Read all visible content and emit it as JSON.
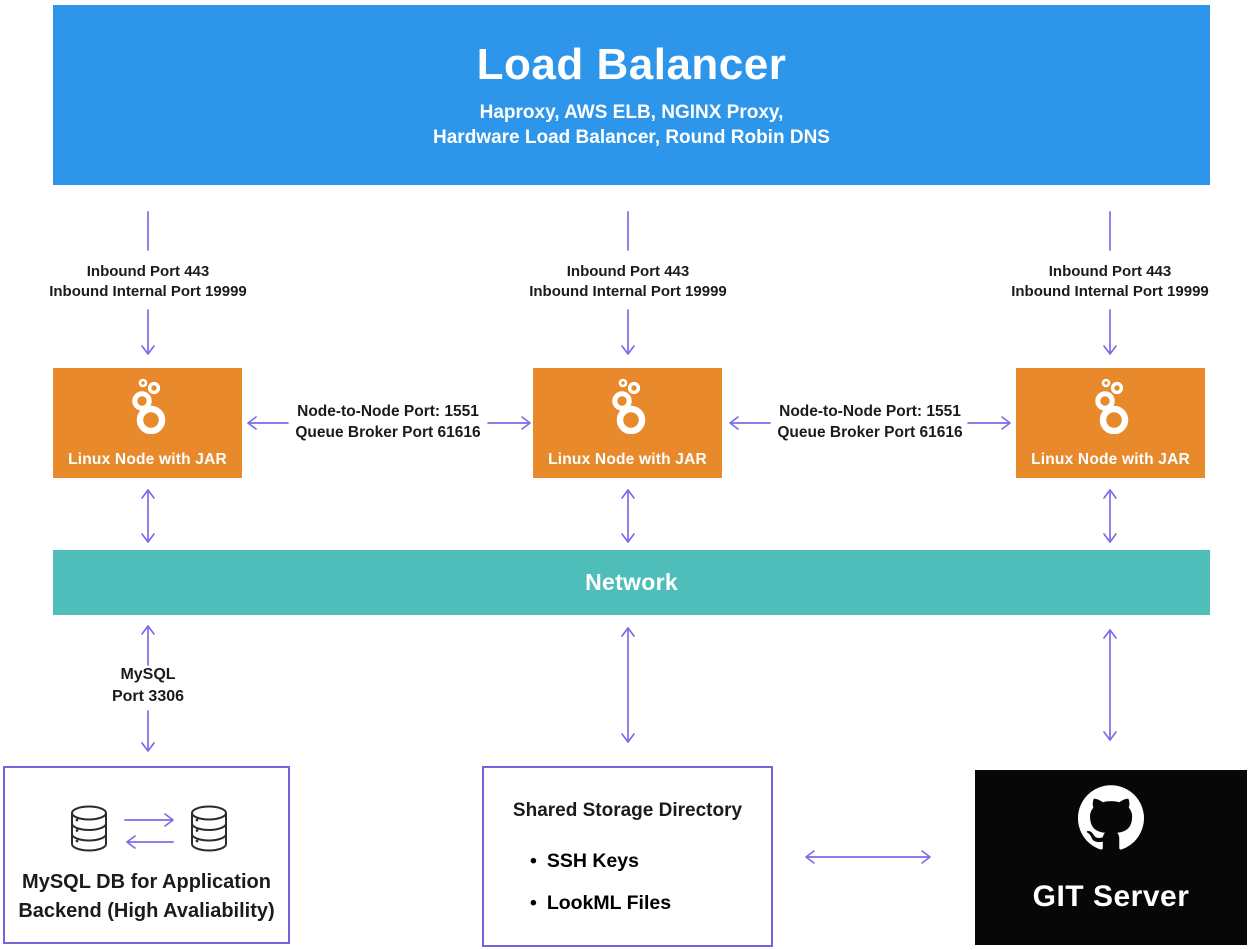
{
  "colors": {
    "blue": "#2E96EA",
    "orange": "#E8892C",
    "teal": "#4FBEBB",
    "purple": "#7B6CE8",
    "border_purple": "#7165DB",
    "black": "#070707"
  },
  "load_balancer": {
    "title": "Load Balancer",
    "subtitle1": "Haproxy, AWS ELB, NGINX Proxy,",
    "subtitle2": "Hardware Load Balancer, Round Robin DNS"
  },
  "inbound": {
    "line1": "Inbound Port 443",
    "line2": "Inbound Internal Port 19999"
  },
  "node": {
    "label": "Linux Node with JAR"
  },
  "node_link": {
    "line1": "Node-to-Node Port: 1551",
    "line2": "Queue Broker Port 61616"
  },
  "network": {
    "label": "Network"
  },
  "mysql_link": {
    "line1": "MySQL",
    "line2": "Port 3306"
  },
  "mysql_box": {
    "line1": "MySQL DB for Application",
    "line2": "Backend (High Avaliability)"
  },
  "shared_storage": {
    "title": "Shared Storage Directory",
    "bullet": "•",
    "items": [
      "SSH Keys",
      "LookML Files"
    ]
  },
  "git": {
    "label": "GIT Server"
  }
}
